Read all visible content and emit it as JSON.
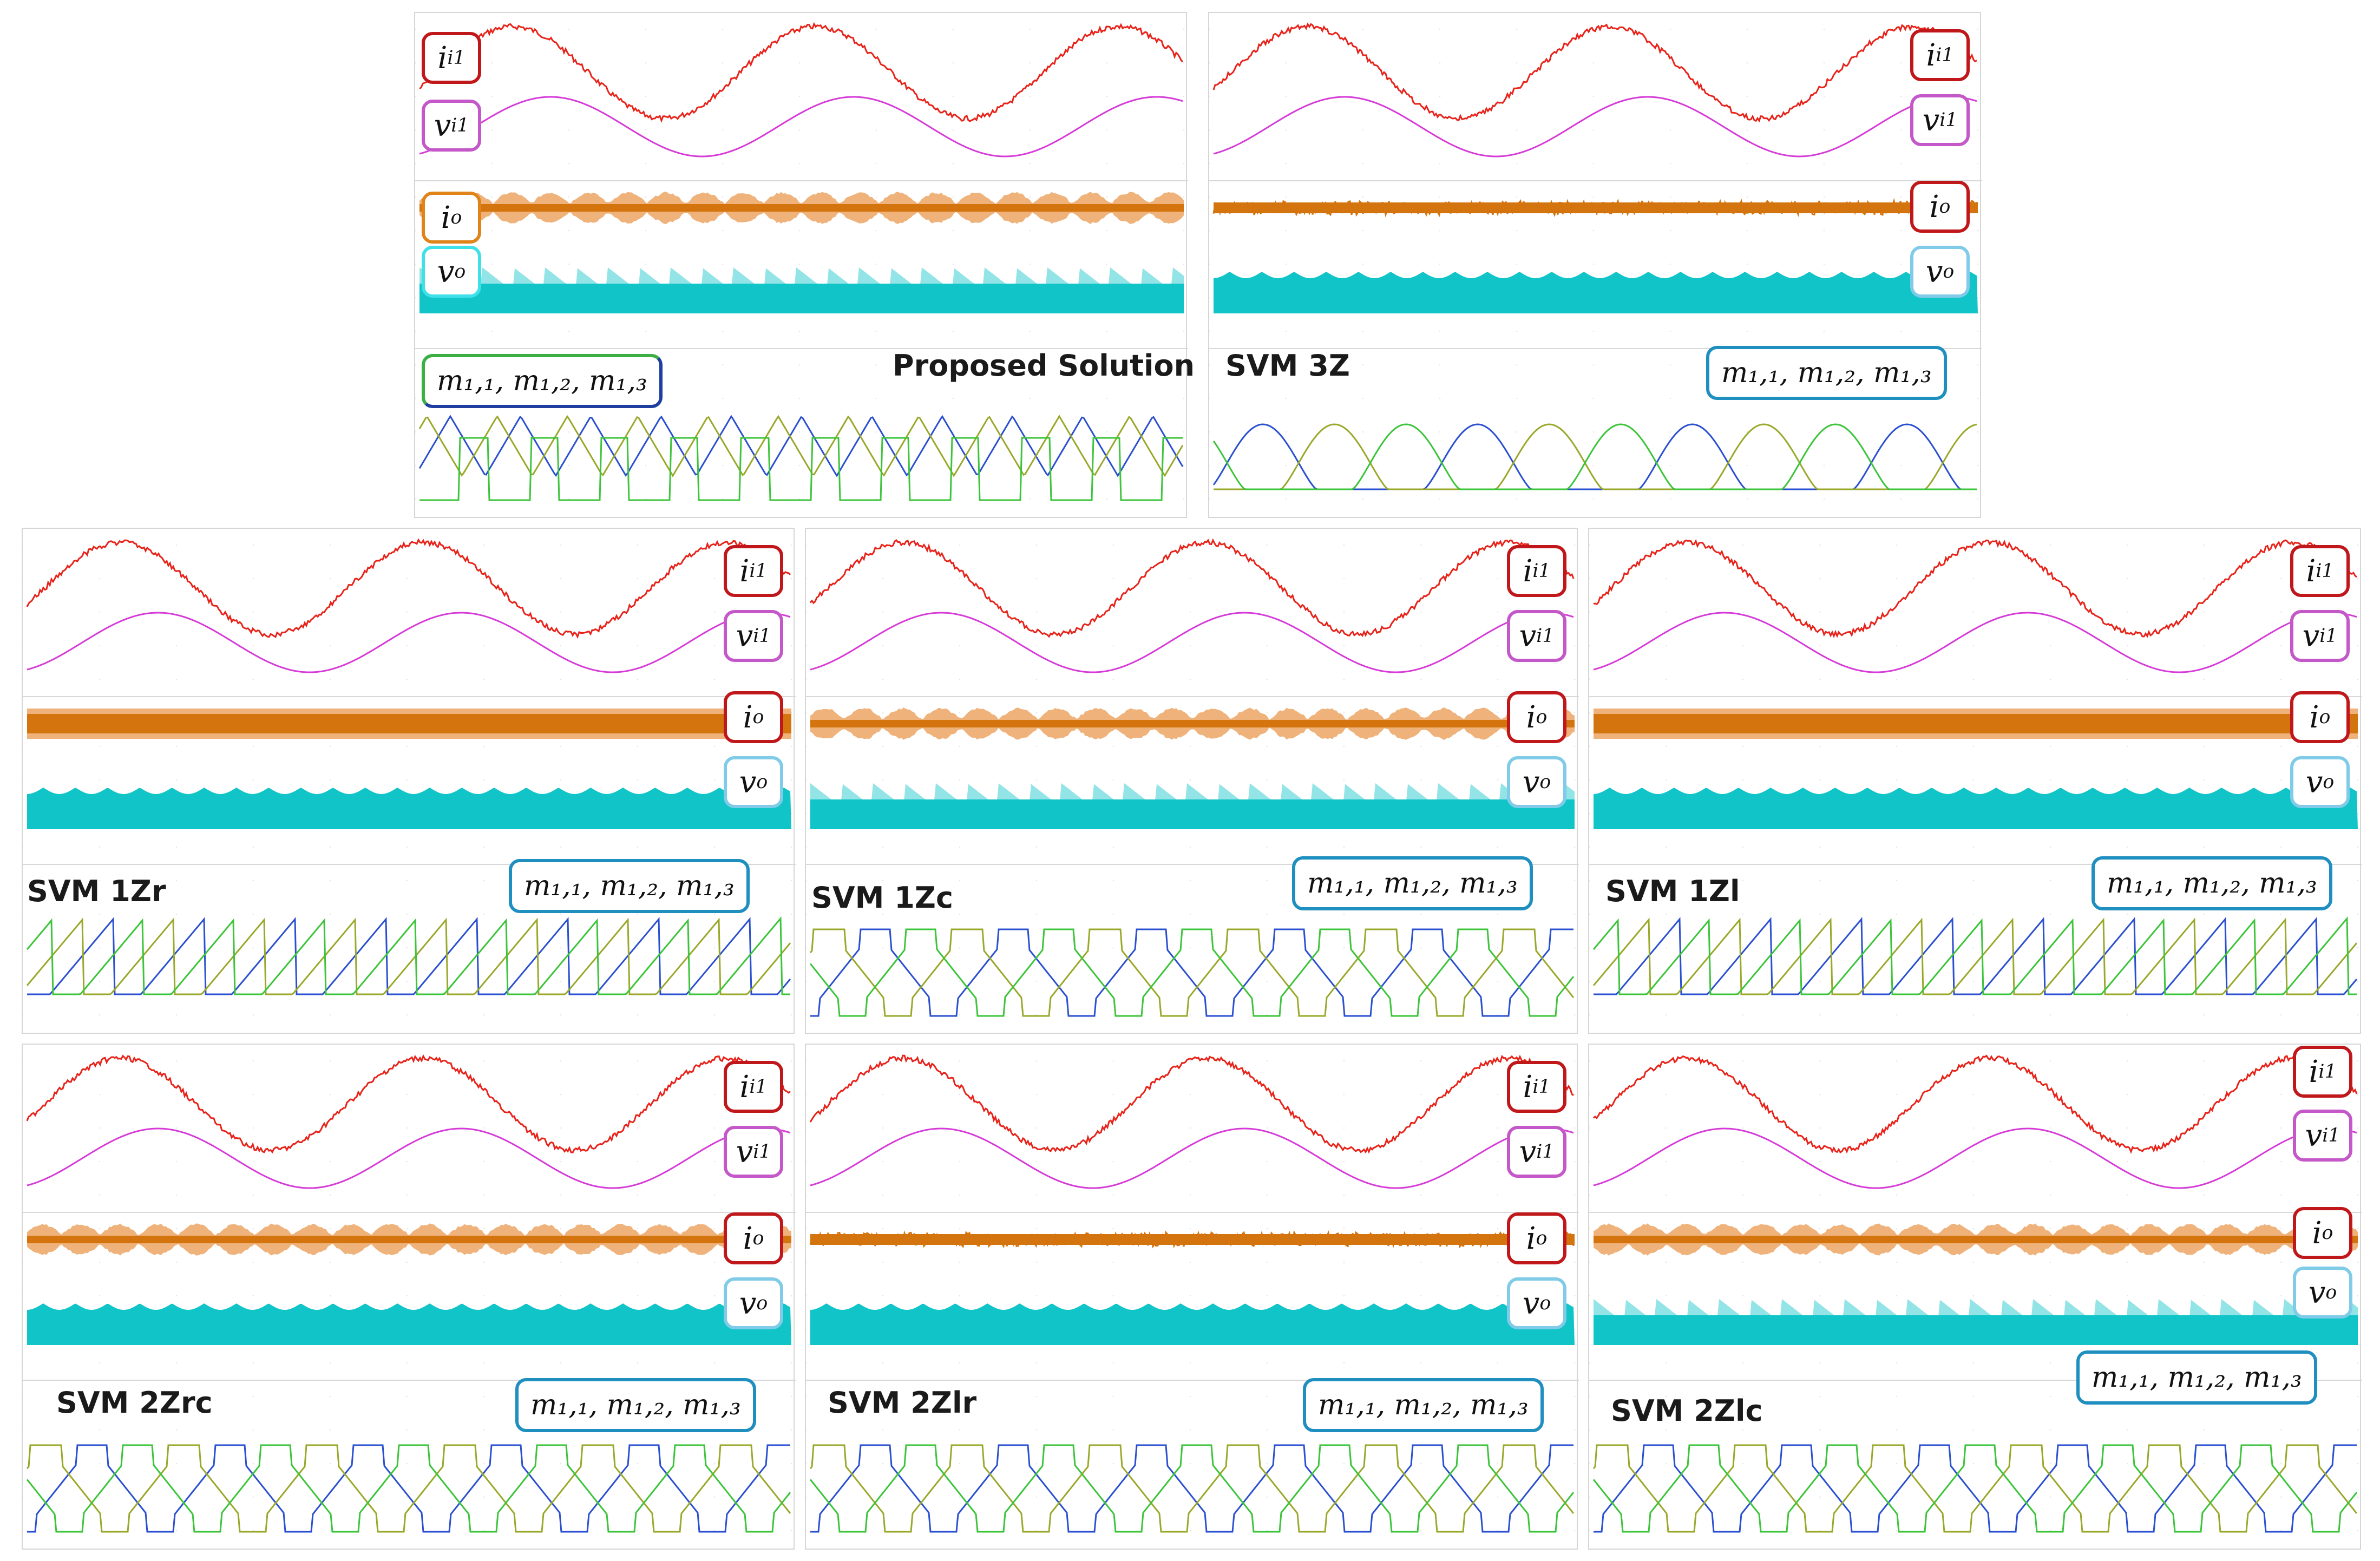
{
  "labels": {
    "ii1_base": "i",
    "ii1_sub": "i1",
    "vi1_base": "v",
    "vi1_sub": "i1",
    "io_base": "i",
    "io_sub": "o",
    "vo_base": "v",
    "vo_sub": "o",
    "m_text": "m₁,₁, m₁,₂, m₁,₃"
  },
  "colors": {
    "input_current": "#e8231a",
    "input_voltage": "#d63bd8",
    "output_current": "#d4740f",
    "output_current_env": "#efb27a",
    "output_voltage": "#10c4c8",
    "m1": "#2a4fd0",
    "m2": "#9aa82a",
    "m3": "#3cc43a",
    "box_red": "#c0171b",
    "box_pink": "#c458c8",
    "box_orange": "#e0841a",
    "box_cyan": "#3fe0e8",
    "box_lightblue": "#7fcbe8",
    "box_green": "#3cb043",
    "box_blue": "#1f8fc0",
    "panel_border": "#d6d6d6"
  },
  "panels": [
    {
      "id": "proposed",
      "title": "Proposed Solution",
      "io_band": "envelope",
      "vo_style": "sawtooth",
      "m_pattern": "proposed"
    },
    {
      "id": "svm3z",
      "title": "SVM 3Z",
      "io_band": "band",
      "vo_style": "scallop",
      "m_pattern": "smooth"
    },
    {
      "id": "svm1zr",
      "title": "SVM 1Zr",
      "io_band": "thick",
      "vo_style": "scallop",
      "m_pattern": "ramps"
    },
    {
      "id": "svm1zc",
      "title": "SVM 1Zc",
      "io_band": "envelope",
      "vo_style": "sawtooth",
      "m_pattern": "clamped"
    },
    {
      "id": "svm1zl",
      "title": "SVM 1Zl",
      "io_band": "thick",
      "vo_style": "scallop",
      "m_pattern": "ramps"
    },
    {
      "id": "svm2zrc",
      "title": "SVM 2Zrc",
      "io_band": "envelope",
      "vo_style": "scallop",
      "m_pattern": "clamped"
    },
    {
      "id": "svm2zlr",
      "title": "SVM 2Zlr",
      "io_band": "band",
      "vo_style": "scallop",
      "m_pattern": "clamped"
    },
    {
      "id": "svm2zlc",
      "title": "SVM 2Zlc",
      "io_band": "envelope",
      "vo_style": "sawtooth",
      "m_pattern": "clamped"
    }
  ]
}
